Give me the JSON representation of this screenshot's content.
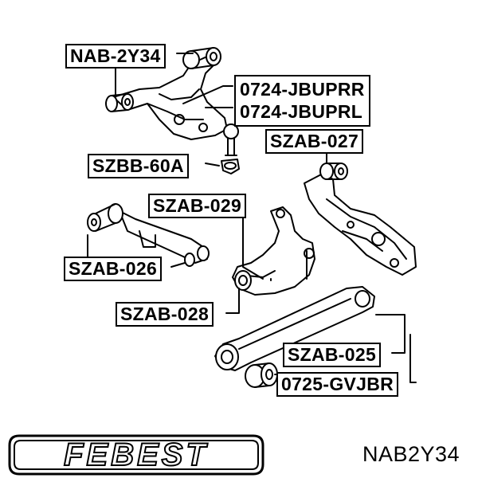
{
  "labels": {
    "nab_2y34": "NAB-2Y34",
    "jbuprr": "0724-JBUPRR",
    "jbuprl": "0724-JBUPRL",
    "szbb_60a": "SZBB-60A",
    "szab_027": "SZAB-027",
    "szab_029": "SZAB-029",
    "szab_026": "SZAB-026",
    "szab_028": "SZAB-028",
    "szab_025": "SZAB-025",
    "gvjbr": "0725-GVJBR"
  },
  "brand": {
    "logo_text": "FEBEST"
  },
  "part_number": "NAB2Y34",
  "colors": {
    "ink": "#000000",
    "paper": "#ffffff"
  }
}
